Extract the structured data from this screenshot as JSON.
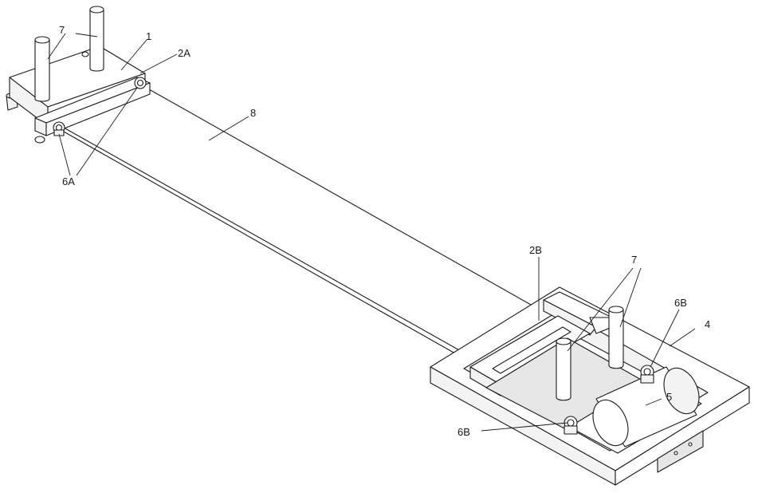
{
  "labels": {
    "l7a": "7",
    "l1": "1",
    "l2a": "2A",
    "l8": "8",
    "l6a": "6A",
    "l2b": "2B",
    "l7b": "7",
    "l6b_top": "6B",
    "l4": "4",
    "l5": "5",
    "l6b_bottom": "6B"
  }
}
